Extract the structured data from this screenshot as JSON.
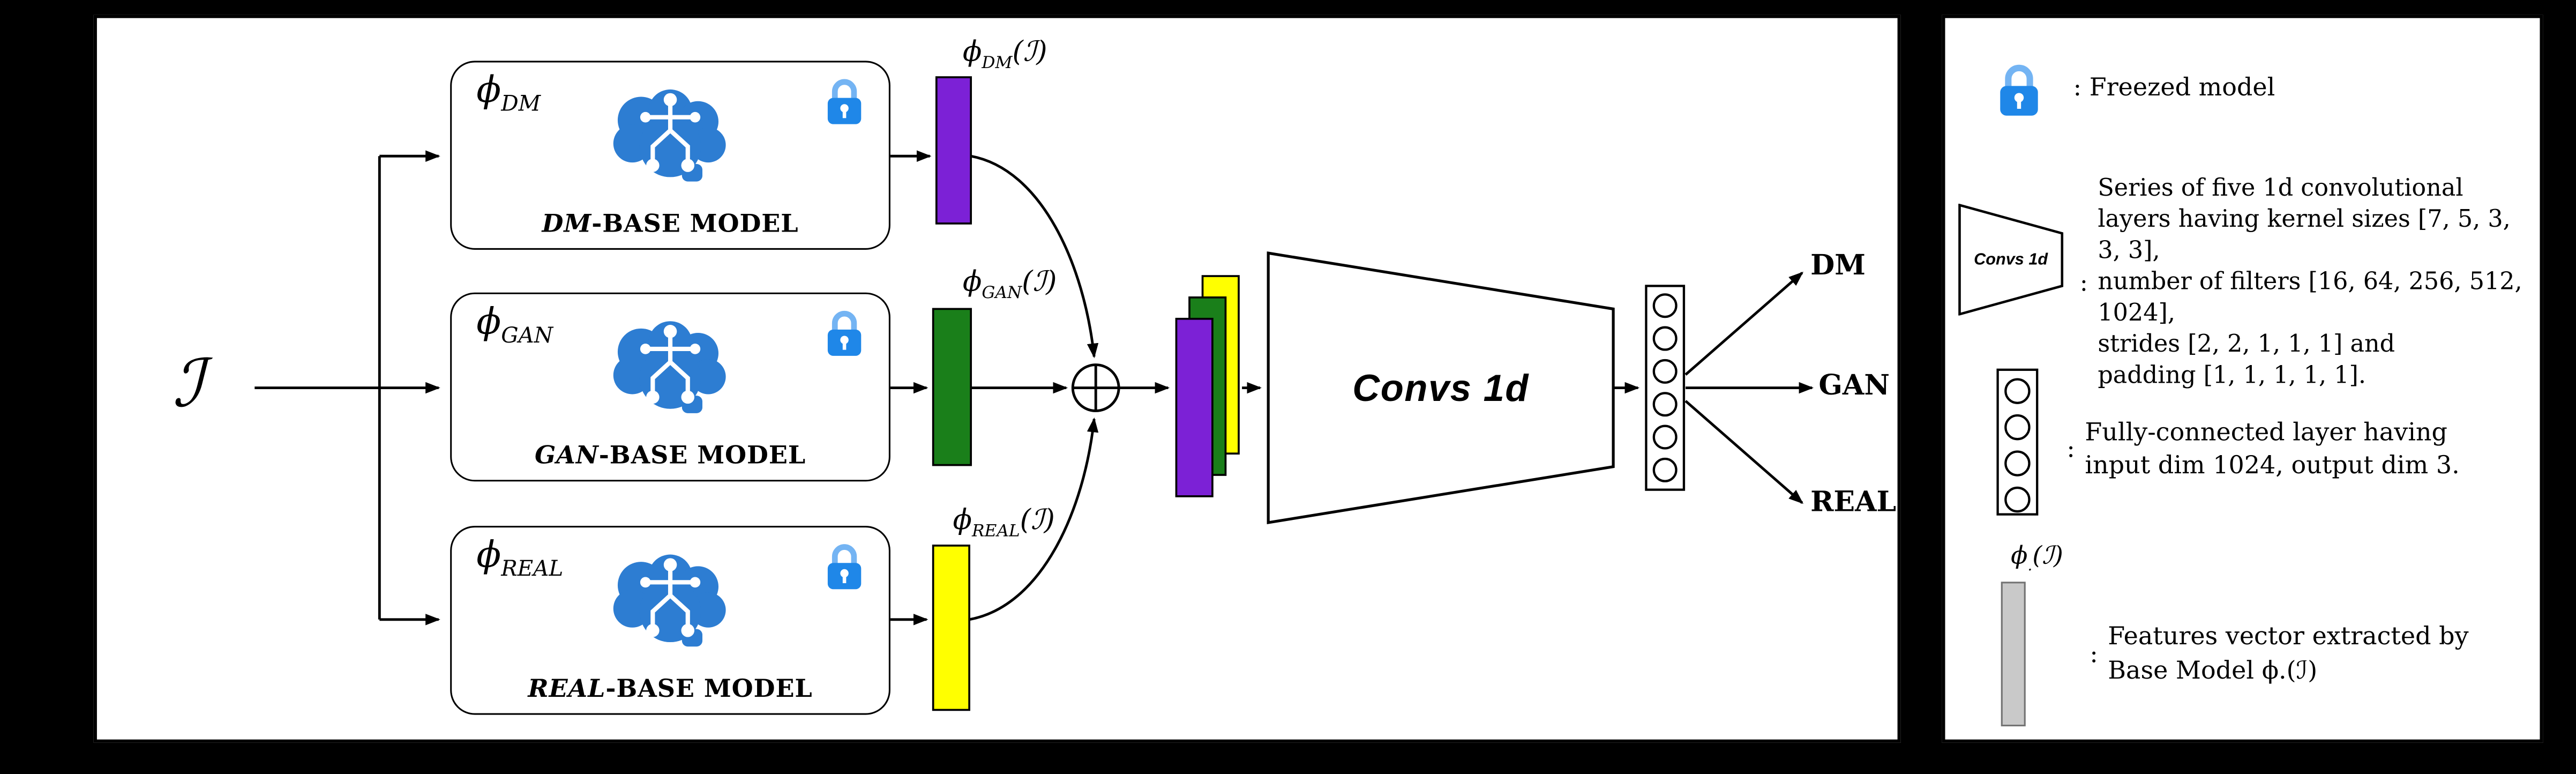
{
  "input_symbol": "ℐ",
  "models": [
    {
      "phi": "ϕ",
      "sub": "DM",
      "name_em": "DM",
      "name_rest": "-BASE MODEL",
      "vec_phi": "ϕ",
      "vec_sub": "DM",
      "vec_arg": "(ℐ)"
    },
    {
      "phi": "ϕ",
      "sub": "GAN",
      "name_em": "GAN",
      "name_rest": "-BASE MODEL",
      "vec_phi": "ϕ",
      "vec_sub": "GAN",
      "vec_arg": "(ℐ)"
    },
    {
      "phi": "ϕ",
      "sub": "REAL",
      "name_em": "REAL",
      "name_rest": "-BASE MODEL",
      "vec_phi": "ϕ",
      "vec_sub": "REAL",
      "vec_arg": "(ℐ)"
    }
  ],
  "convs_label": "Convs 1d",
  "outputs": [
    "DM",
    "GAN",
    "REAL"
  ],
  "legend": {
    "freezed_text": ": Freezed model",
    "convs_shape_label": "Convs 1d",
    "convs_colon": ":",
    "convs_lines": [
      "Series of five 1d convolutional",
      "layers having kernel sizes [7, 5, 3, 3, 3],",
      "number of filters [16, 64, 256, 512, 1024],",
      "strides [2, 2, 1, 1, 1] and",
      "padding [1, 1, 1, 1, 1]."
    ],
    "fc_colon": ":",
    "fc_lines": [
      "Fully-connected layer having",
      "input dim 1024, output dim 3."
    ],
    "phi_generic": {
      "phi": "ϕ",
      "sub": ".",
      "arg": "(ℐ)"
    },
    "features_colon": ":",
    "features_lines": [
      "Features vector extracted by",
      "Base Model ϕ.(ℐ)"
    ]
  },
  "colors": {
    "bar-purple": "#7c21d6",
    "bar-green": "#1a7f1a",
    "bar-yellow": "#ffff00",
    "brain-blue": "#2d7dd2",
    "lock-blue": "#1f87e8",
    "lock-shackle": "#74b4f3",
    "gray-bar": "#c9c9c9",
    "gray-bar-border": "#737373"
  }
}
